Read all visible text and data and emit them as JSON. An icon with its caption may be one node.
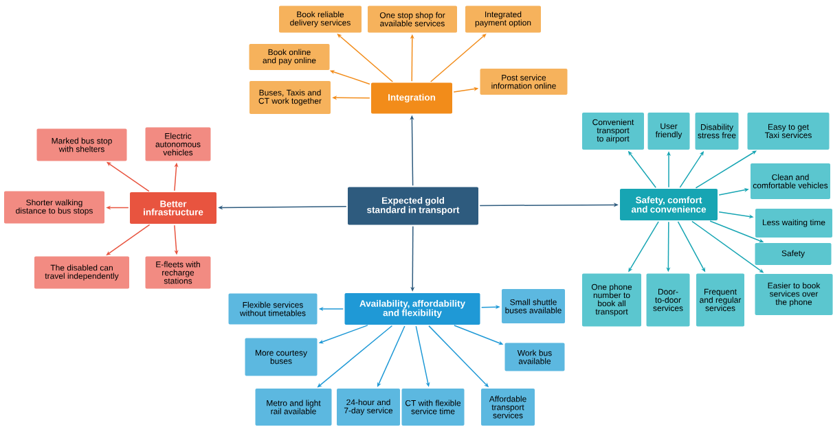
{
  "diagram": {
    "nodes": [
      {
        "text": [
          "Expected gold standard in transport"
        ]
      },
      {
        "text": [
          "Integration"
        ]
      },
      {
        "text": [
          "Book reliable delivery services"
        ]
      },
      {
        "text": [
          "One stop shop for available services"
        ]
      },
      {
        "text": [
          "Integrated payment option"
        ]
      },
      {
        "text": [
          "Book online and pay online"
        ]
      },
      {
        "text": [
          "Buses, Taxis and CT work together"
        ]
      },
      {
        "text": [
          "Post service information online"
        ]
      },
      {
        "text": [
          "Better infrastructure"
        ]
      },
      {
        "text": [
          "Marked bus stop with shelters"
        ]
      },
      {
        "text": [
          "Electric autonomous vehicles"
        ]
      },
      {
        "text": [
          "Shorter walking distance to bus stops"
        ]
      },
      {
        "text": [
          "The disabled can travel independently"
        ]
      },
      {
        "text": [
          "E-fleets with recharge stations"
        ]
      },
      {
        "text": [
          "Safety, comfort and convenience"
        ]
      },
      {
        "text": [
          "Convenient transport to airport"
        ]
      },
      {
        "text": [
          "User friendly"
        ]
      },
      {
        "text": [
          "Disability stress free"
        ]
      },
      {
        "text": [
          "Easy to get Taxi services"
        ]
      },
      {
        "text": [
          "Clean and comfortable vehicles"
        ]
      },
      {
        "text": [
          "Less waiting time"
        ]
      },
      {
        "text": [
          "Safety"
        ]
      },
      {
        "text": [
          "Easier to book services over the phone"
        ]
      },
      {
        "text": [
          "One phone number to book all transport"
        ]
      },
      {
        "text": [
          "Door-to-door services"
        ]
      },
      {
        "text": [
          "Frequent and regular services"
        ]
      },
      {
        "text": [
          "Availability, affordability and flexibility"
        ]
      },
      {
        "text": [
          "Flexible services without timetables"
        ]
      },
      {
        "text": [
          "Small shuttle buses available"
        ]
      },
      {
        "text": [
          "More courtesy buses"
        ]
      },
      {
        "text": [
          "Work bus available"
        ]
      },
      {
        "text": [
          "Metro and light rail available"
        ]
      },
      {
        "text": [
          "24-hour and 7-day service"
        ]
      },
      {
        "text": [
          "CT with flexible service time"
        ]
      },
      {
        "text": [
          "Affordable transport services"
        ]
      }
    ],
    "edges": [
      {
        "from": 0,
        "to": 1,
        "arrow": "to",
        "color": "#2e5b7e"
      },
      {
        "from": 0,
        "to": 8,
        "arrow": "to",
        "color": "#2e5b7e"
      },
      {
        "from": 0,
        "to": 14,
        "arrow": "to",
        "color": "#2e5b7e"
      },
      {
        "from": 0,
        "to": 26,
        "arrow": "to",
        "color": "#2e5b7e"
      },
      {
        "from": 1,
        "to": 2,
        "arrow": "to",
        "color": "#f28c1a"
      },
      {
        "from": 1,
        "to": 3,
        "arrow": "to",
        "color": "#f28c1a"
      },
      {
        "from": 1,
        "to": 4,
        "arrow": "to",
        "color": "#f28c1a"
      },
      {
        "from": 1,
        "to": 5,
        "arrow": "to",
        "color": "#f28c1a"
      },
      {
        "from": 1,
        "to": 6,
        "arrow": "to",
        "color": "#f28c1a"
      },
      {
        "from": 1,
        "to": 7,
        "arrow": "to",
        "color": "#f28c1a"
      },
      {
        "from": 8,
        "to": 9,
        "arrow": "to",
        "color": "#e8543f"
      },
      {
        "from": 8,
        "to": 10,
        "arrow": "to",
        "color": "#e8543f"
      },
      {
        "from": 8,
        "to": 11,
        "arrow": "to",
        "color": "#e8543f"
      },
      {
        "from": 8,
        "to": 12,
        "arrow": "to",
        "color": "#e8543f"
      },
      {
        "from": 8,
        "to": 13,
        "arrow": "to",
        "color": "#e8543f"
      },
      {
        "from": 14,
        "to": 15,
        "arrow": "to"
      },
      {
        "from": 14,
        "to": 16,
        "arrow": "to"
      },
      {
        "from": 14,
        "to": 17,
        "arrow": "to"
      },
      {
        "from": 14,
        "to": 18,
        "arrow": "to"
      },
      {
        "from": 14,
        "to": 19,
        "arrow": "to"
      },
      {
        "from": 14,
        "to": 20,
        "arrow": "to"
      },
      {
        "from": 14,
        "to": 21,
        "arrow": "to"
      },
      {
        "from": 14,
        "to": 22,
        "arrow": "to"
      },
      {
        "from": 14,
        "to": 23,
        "arrow": "to"
      },
      {
        "from": 14,
        "to": 24,
        "arrow": "to"
      },
      {
        "from": 14,
        "to": 25,
        "arrow": "to"
      },
      {
        "from": 26,
        "to": 27,
        "arrow": "to",
        "color": "#1f99d6"
      },
      {
        "from": 26,
        "to": 28,
        "arrow": "to",
        "color": "#1f99d6"
      },
      {
        "from": 26,
        "to": 29,
        "arrow": "to",
        "color": "#1f99d6"
      },
      {
        "from": 26,
        "to": 30,
        "arrow": "to",
        "color": "#1f99d6"
      },
      {
        "from": 26,
        "to": 31,
        "arrow": "to",
        "color": "#1f99d6"
      },
      {
        "from": 26,
        "to": 32,
        "arrow": "to",
        "color": "#1f99d6"
      },
      {
        "from": 26,
        "to": 33,
        "arrow": "to",
        "color": "#1f99d6"
      },
      {
        "from": 26,
        "to": 34,
        "arrow": "to",
        "color": "#1f99d6"
      }
    ]
  }
}
